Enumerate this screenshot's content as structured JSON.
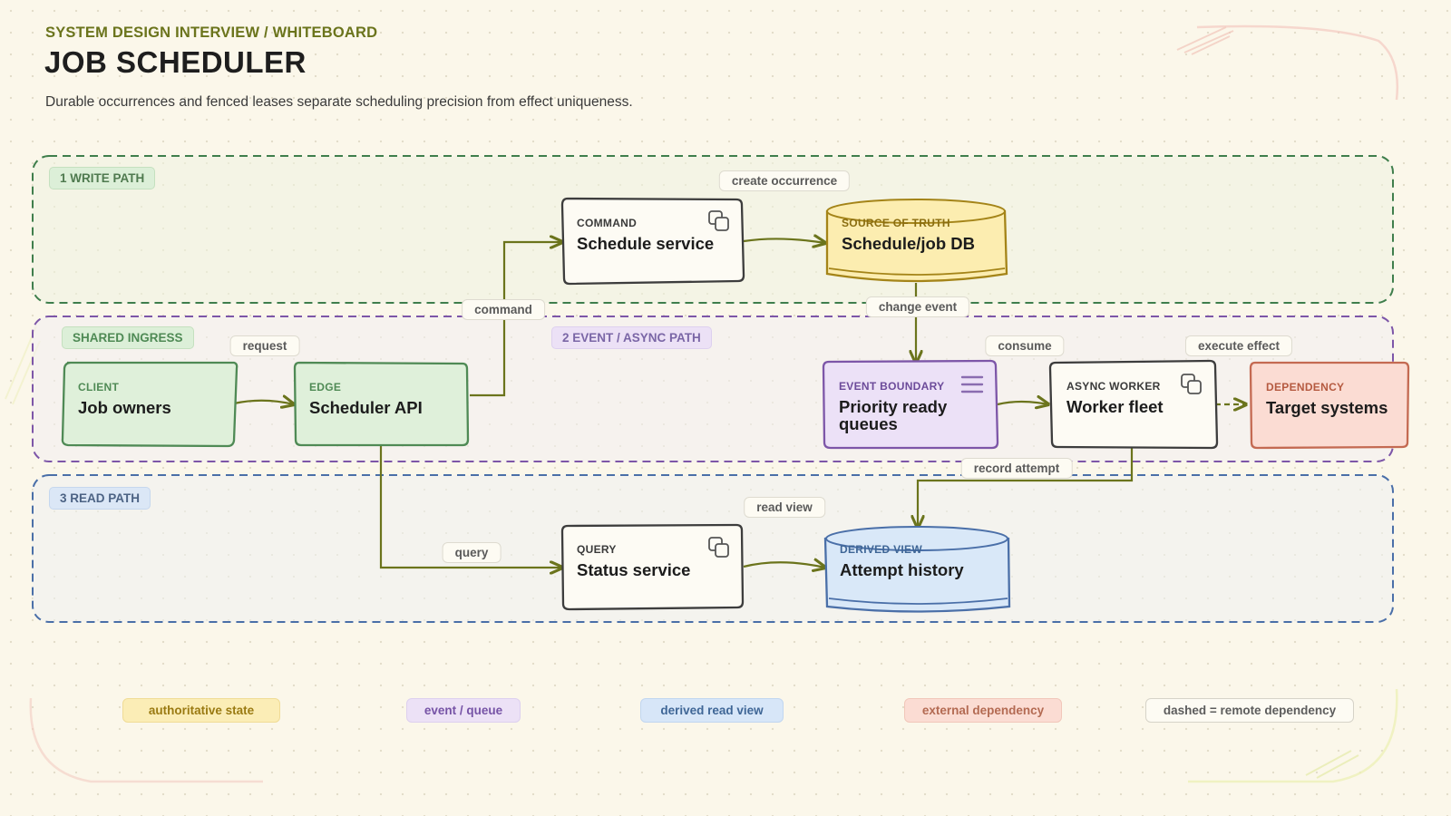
{
  "header": {
    "kicker": "SYSTEM DESIGN INTERVIEW / WHITEBOARD",
    "title": "JOB SCHEDULER",
    "subtitle": "Durable occurrences and fenced leases separate scheduling precision from effect uniqueness."
  },
  "zones": {
    "write": "1 WRITE PATH",
    "shared": "SHARED INGRESS",
    "event": "2 EVENT / ASYNC PATH",
    "read": "3 READ PATH"
  },
  "nodes": {
    "client": {
      "tag": "CLIENT",
      "name": "Job owners"
    },
    "edge": {
      "tag": "EDGE",
      "name": "Scheduler API"
    },
    "command": {
      "tag": "COMMAND",
      "name": "Schedule service"
    },
    "source": {
      "tag": "SOURCE OF TRUTH",
      "name": "Schedule/job DB"
    },
    "event_boundary": {
      "tag": "EVENT BOUNDARY",
      "name": "Priority ready queues"
    },
    "async_worker": {
      "tag": "ASYNC WORKER",
      "name": "Worker fleet"
    },
    "dependency": {
      "tag": "DEPENDENCY",
      "name": "Target systems"
    },
    "query": {
      "tag": "QUERY",
      "name": "Status service"
    },
    "derived": {
      "tag": "DERIVED VIEW",
      "name": "Attempt history"
    }
  },
  "edges": {
    "request": "request",
    "command": "command",
    "create_occurrence": "create occurrence",
    "change_event": "change event",
    "consume": "consume",
    "execute_effect": "execute effect",
    "record_attempt": "record attempt",
    "read_view": "read view",
    "query": "query"
  },
  "legend": {
    "authoritative": "authoritative state",
    "event": "event / queue",
    "derived": "derived read view",
    "external": "external dependency",
    "dashed": "dashed = remote dependency"
  },
  "colors": {
    "write": "#3f7e4c",
    "event": "#7d56a8",
    "read": "#4a6fa8",
    "arrow": "#6b741c",
    "authoritative": "#fbedb6",
    "queue": "#ece1f6",
    "derived": "#d7e6f8",
    "external": "#fbdcd3",
    "ingress": "#dcefd8"
  },
  "icons": {
    "command": "duplicate-squares-icon",
    "async_worker": "duplicate-squares-icon",
    "query": "duplicate-squares-icon",
    "event_boundary": "hamburger-lines-icon"
  }
}
